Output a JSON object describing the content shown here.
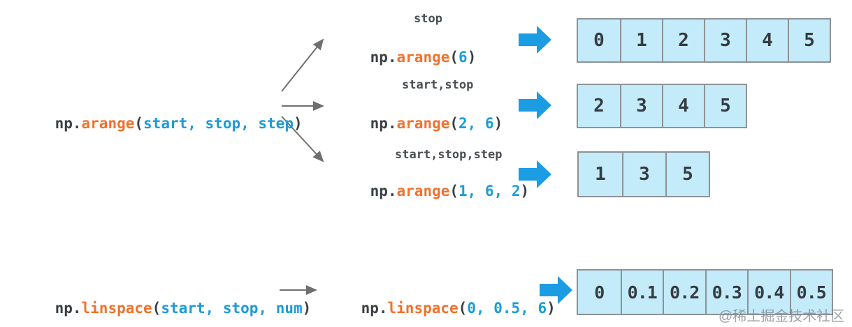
{
  "colors": {
    "function_orange": "#f0722c",
    "argument_blue": "#1b9cd8",
    "code_dark": "#3b4045",
    "big_arrow_blue": "#1b9ce3",
    "thin_arrow_gray": "#6f6f6f",
    "cell_fill": "#c3ebf9",
    "cell_border": "#8d9297",
    "watermark_gray": "#82888e"
  },
  "icons": {
    "big_arrow": "right-arrow-icon",
    "thin_arrow": "thin-right-arrow-icon"
  },
  "arange": {
    "signature": {
      "prefix": "np.",
      "func": "arange",
      "open": "(",
      "args": "start, stop, step",
      "close": ")"
    },
    "examples": [
      {
        "param_label": "stop",
        "prefix": "np.",
        "func": "arange",
        "open": "(",
        "args": "6",
        "close": ")",
        "cells": [
          "0",
          "1",
          "2",
          "3",
          "4",
          "5"
        ]
      },
      {
        "param_label": "start,stop",
        "prefix": "np.",
        "func": "arange",
        "open": "(",
        "args": "2, 6",
        "close": ")",
        "cells": [
          "2",
          "3",
          "4",
          "5"
        ]
      },
      {
        "param_label": "start,stop,step",
        "prefix": "np.",
        "func": "arange",
        "open": "(",
        "args": "1, 6, 2",
        "close": ")",
        "cells": [
          "1",
          "3",
          "5"
        ]
      }
    ]
  },
  "linspace": {
    "signature": {
      "prefix": "np.",
      "func": "linspace",
      "open": "(",
      "args": "start, stop, num",
      "close": ")"
    },
    "example": {
      "prefix": "np.",
      "func": "linspace",
      "open": "(",
      "args": "0, 0.5, 6",
      "close": ")",
      "cells": [
        "0",
        "0.1",
        "0.2",
        "0.3",
        "0.4",
        "0.5"
      ]
    }
  },
  "watermark": "@稀土掘金技术社区"
}
